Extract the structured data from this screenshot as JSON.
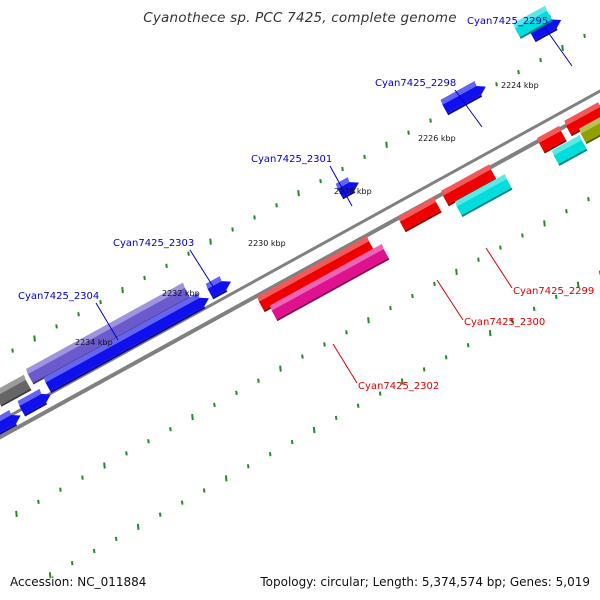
{
  "title": "Cyanothece sp. PCC 7425, complete genome",
  "accession": "Accession: NC_011884",
  "stats": "Topology: circular; Length: 5,374,574 bp; Genes: 5,019",
  "colors": {
    "backbone": "#808080",
    "tick": "#228B22",
    "forward_label": "#0000CC",
    "reverse_label": "#DD0000",
    "blue": "#1010EE",
    "red": "#EE0000",
    "magenta": "#E0108E",
    "cyan": "#00DDDD",
    "purple": "#6A5ACD",
    "gray": "#666666",
    "olive": "#8FA000"
  },
  "scale_labels": [
    "2224 kbp",
    "2226 kbp",
    "2228 kbp",
    "2230 kbp",
    "2232 kbp",
    "2234 kbp"
  ],
  "gene_labels": {
    "forward": [
      "Cyan7425_2295",
      "Cyan7425_2298",
      "Cyan7425_2301",
      "Cyan7425_2303",
      "Cyan7425_2304"
    ],
    "reverse": [
      "Cyan7425_2299",
      "Cyan7425_2300",
      "Cyan7425_2302"
    ]
  }
}
